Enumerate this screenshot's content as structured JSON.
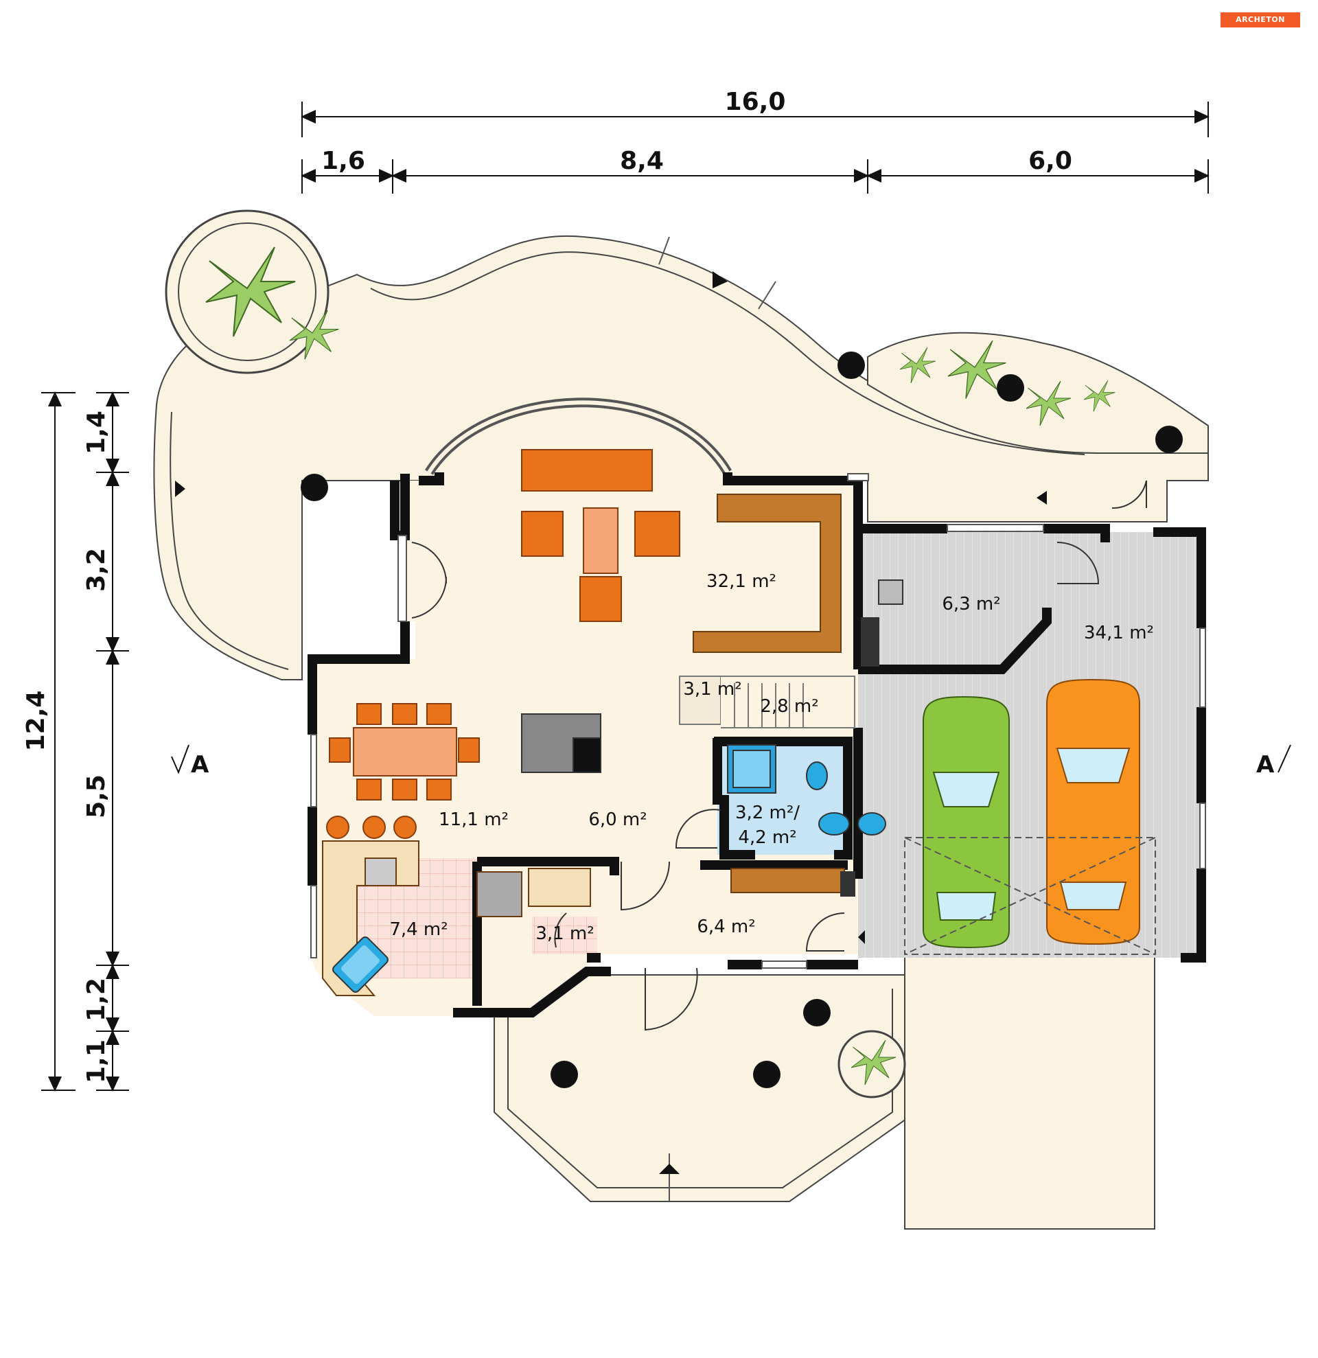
{
  "logo": {
    "text": "ARCHETON"
  },
  "dimensions": {
    "overall_width": "16,0",
    "widths": [
      "1,6",
      "8,4",
      "6,0"
    ],
    "overall_depth": "12,4",
    "depths": [
      "1,4",
      "3,2",
      "5,5",
      "1,2",
      "1,1"
    ]
  },
  "rooms": {
    "living": "32,1 m²",
    "boiler": "6,3 m²",
    "garage": "34,1 m²",
    "stairs": "3,1 m²",
    "hall_small": "2,8 m²",
    "dining": "11,1 m²",
    "hall": "6,0 m²",
    "bath": "3,2 m²/",
    "bath_b": "4,2 m²",
    "kitchen": "7,4 m²",
    "pantry": "3,1 m²",
    "entrance": "6,4 m²"
  },
  "section_marks": {
    "left": "A",
    "right": "A"
  },
  "colors": {
    "terrace": "#fbf3e2",
    "interior": "#fdf3e3",
    "wall": "#111111",
    "garage_floor": "#d8d8d8",
    "furniture": "#e8731a",
    "car_green": "#8cc63f",
    "car_orange": "#f7931e",
    "bath_tile": "#c7e4f4",
    "kitchen_tile": "#fbe3dc",
    "counter": "#c47a2c"
  }
}
